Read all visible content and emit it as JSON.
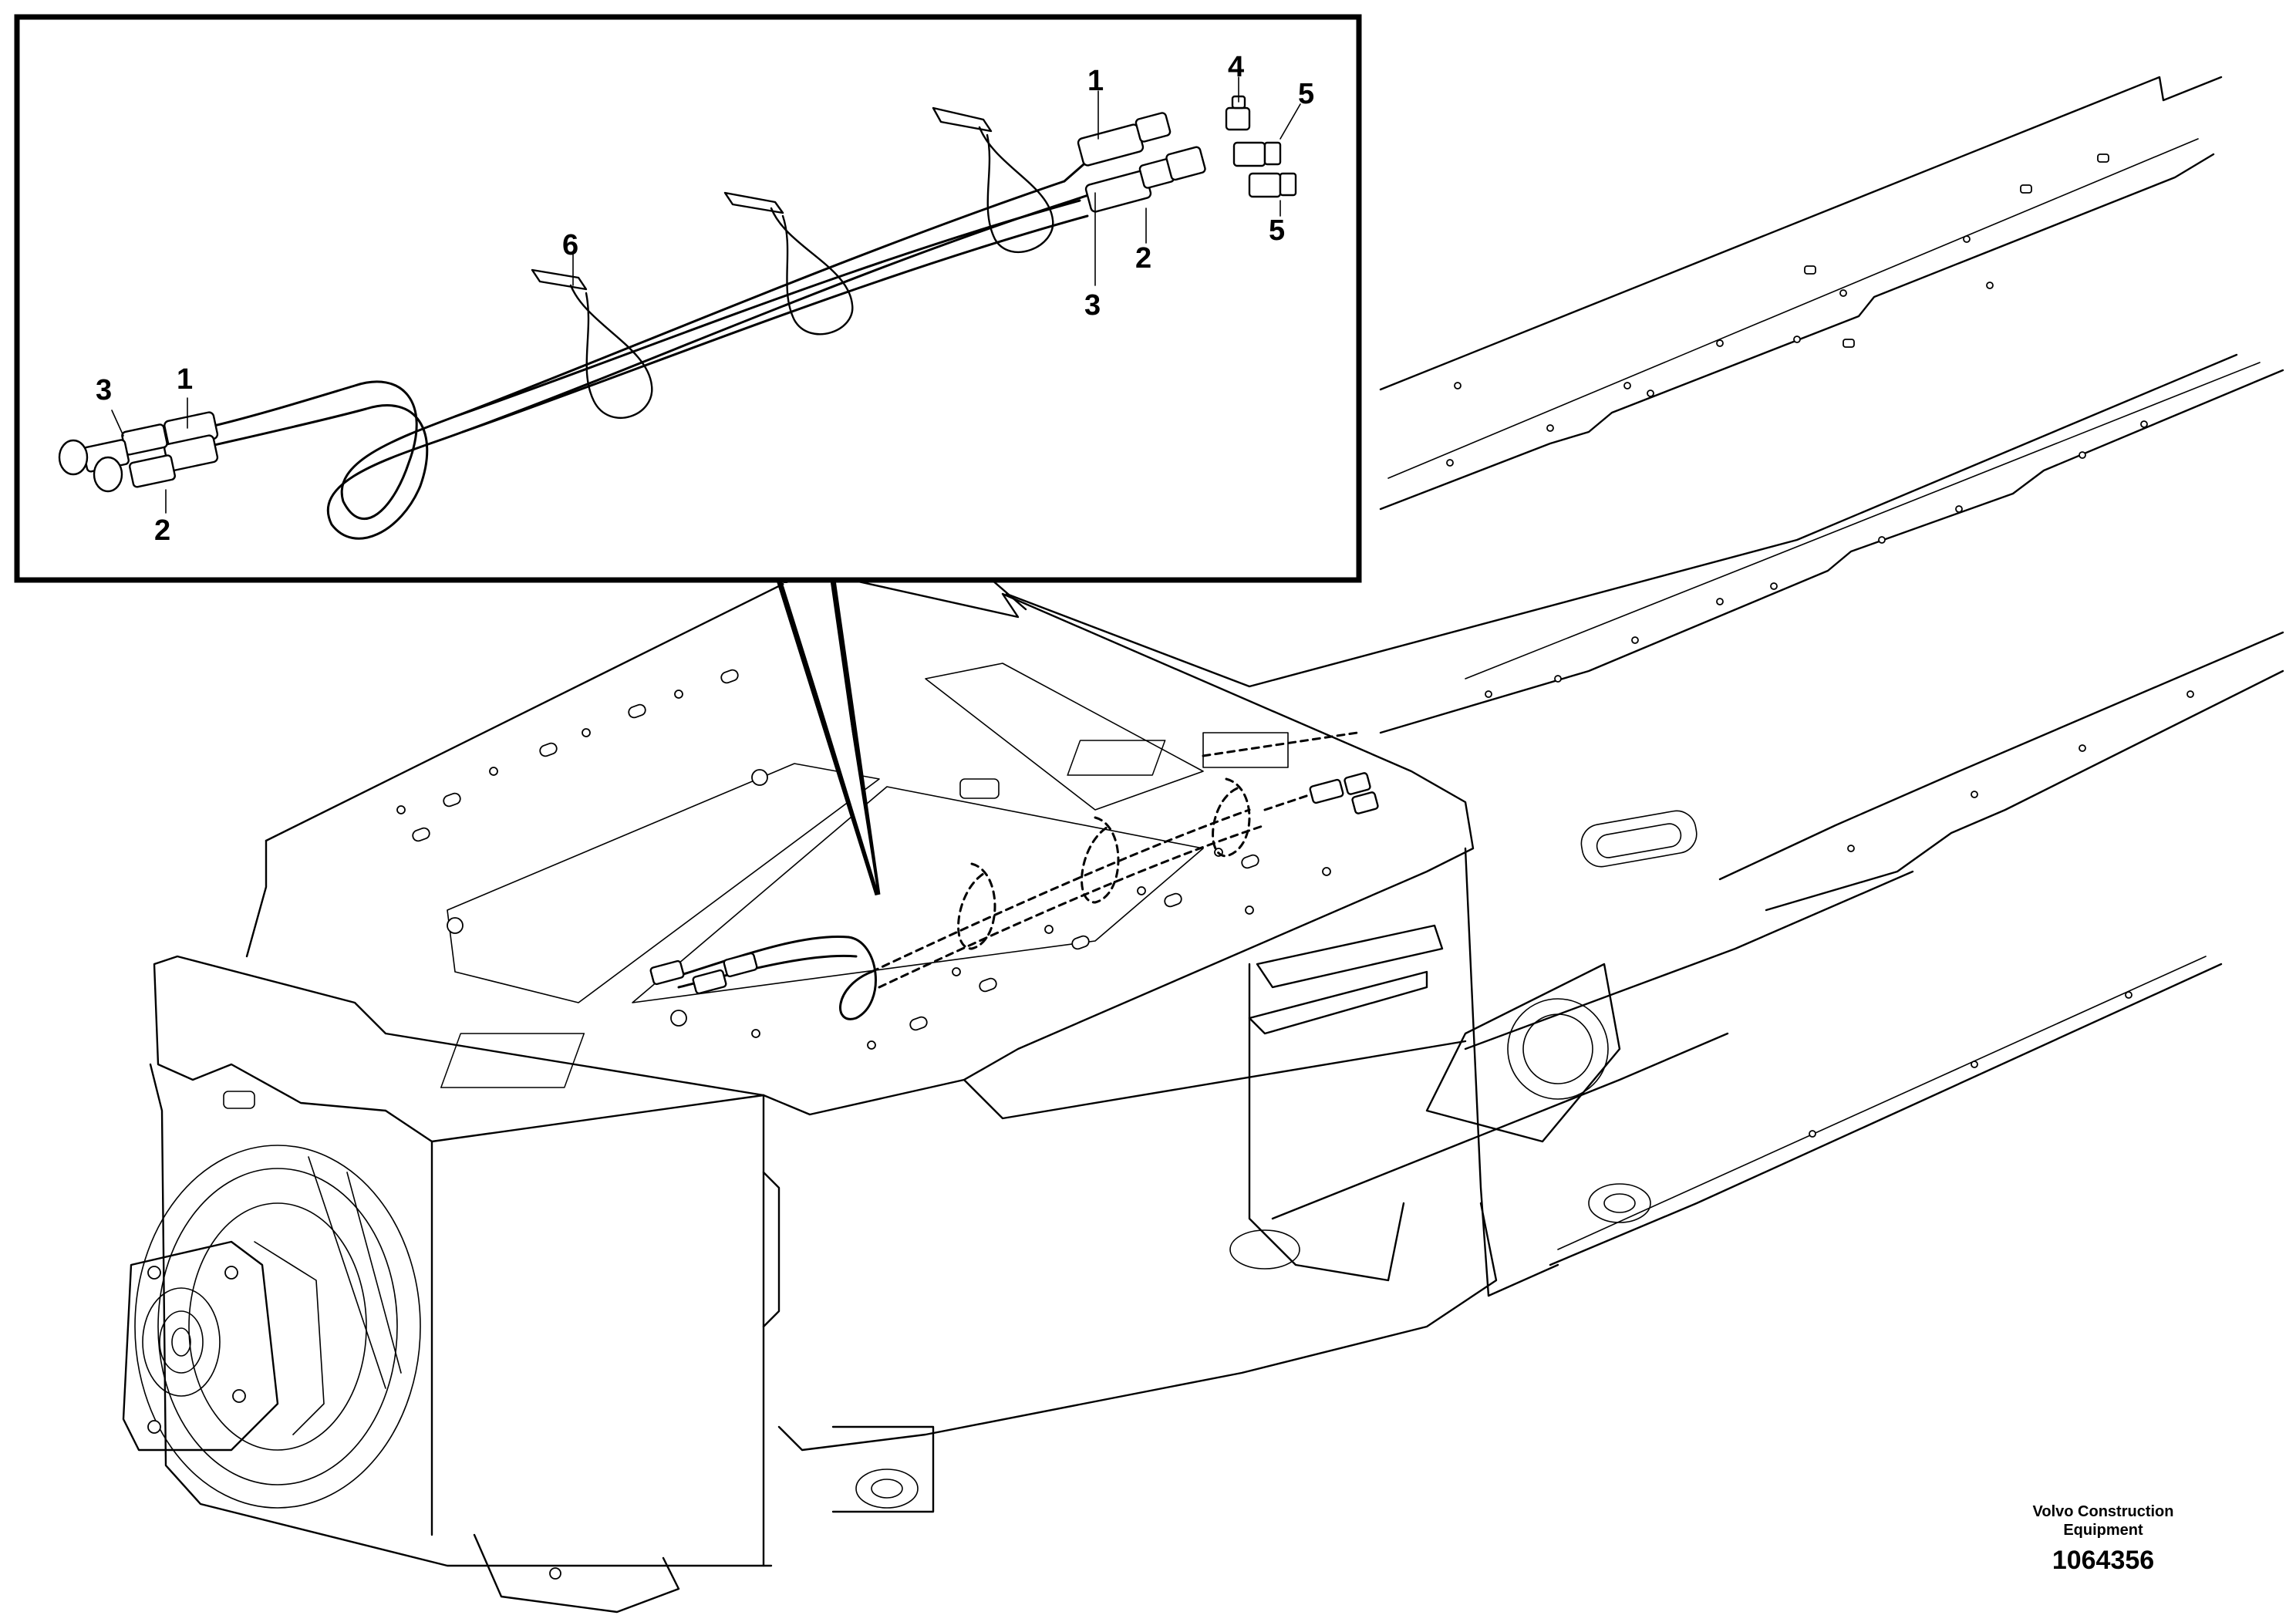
{
  "callouts": [
    {
      "label": "1"
    },
    {
      "label": "4"
    },
    {
      "label": "5"
    },
    {
      "label": "5"
    },
    {
      "label": "6"
    },
    {
      "label": "2"
    },
    {
      "label": "3"
    },
    {
      "label": "3"
    },
    {
      "label": "1"
    },
    {
      "label": "2"
    }
  ],
  "footer": {
    "brand_line1": "Volvo Construction",
    "brand_line2": "Equipment",
    "document_number": "1064356"
  }
}
